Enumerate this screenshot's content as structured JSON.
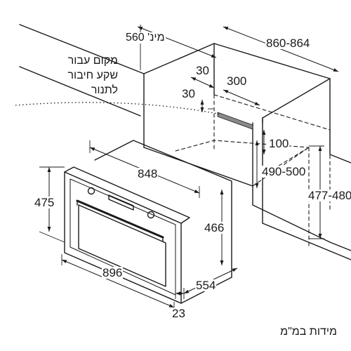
{
  "dimensions": {
    "min_depth": "מינ' 560",
    "niche_width": "860-864",
    "socket_offset_top": "30",
    "socket_width": "300",
    "socket_offset_side": "30",
    "socket_height": "100",
    "niche_height": "490-500",
    "cutout_height": "477-480",
    "body_width": "848",
    "body_height": "466",
    "front_height": "475",
    "front_width": "896",
    "body_depth": "554",
    "front_thickness": "23"
  },
  "notes": {
    "socket_line1": "מקום עבור",
    "socket_line2": "שקע חיבור",
    "socket_line3": "לתנור",
    "units": "מידות במ\"מ"
  },
  "colors": {
    "line": "#1a1a1a",
    "socket": "#8a8a8a"
  }
}
